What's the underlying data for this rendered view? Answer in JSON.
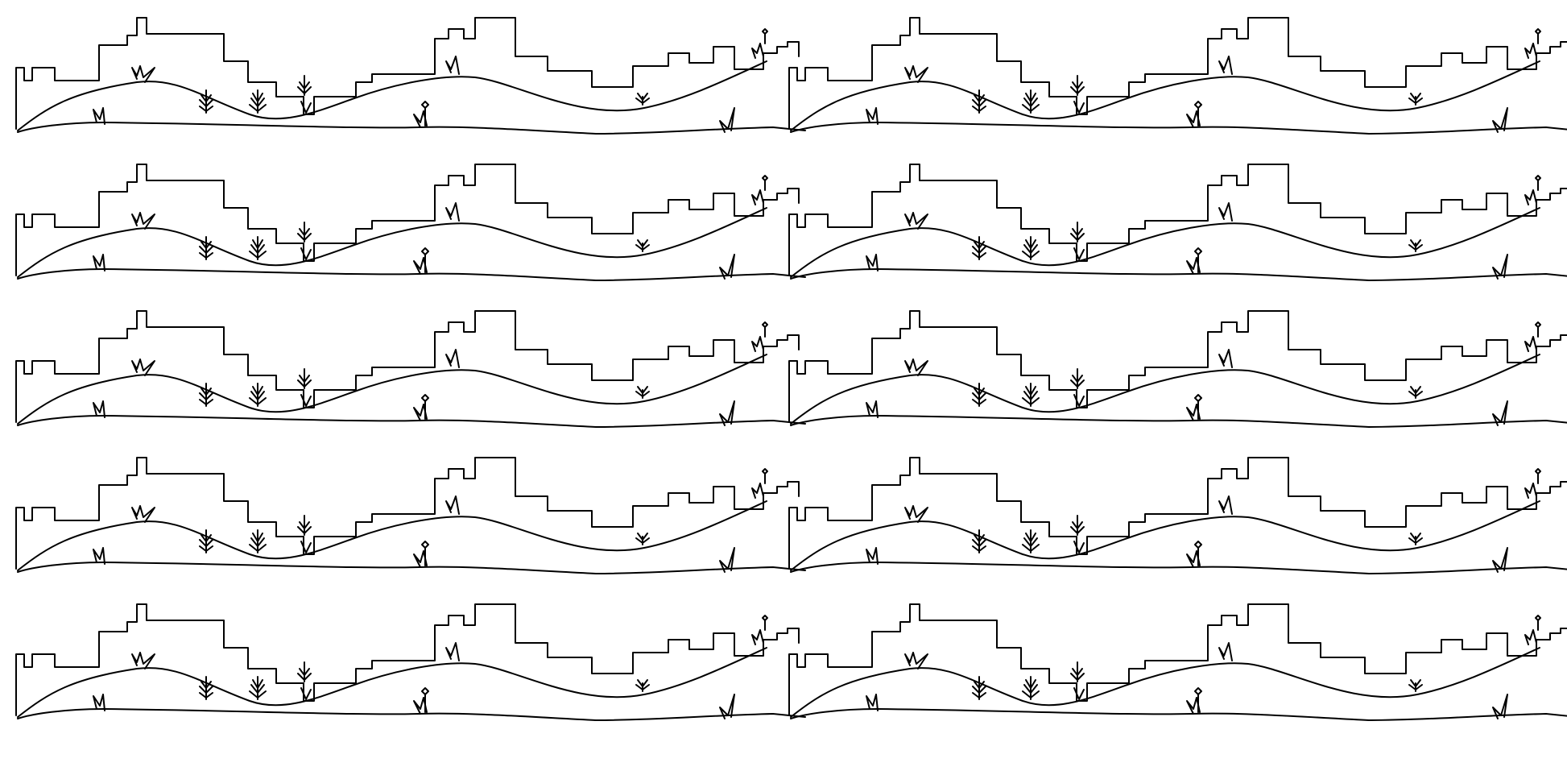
{
  "image": {
    "description_kind": "line-art pattern",
    "columns": 2,
    "rows": 5,
    "colors": {
      "background": "#ffffff",
      "line": "#000000"
    },
    "tile_layers": [
      "skyline-silhouette",
      "hill-curve",
      "ground-line"
    ],
    "plant_icons": [
      "grass-tuft-icon",
      "fern-icon",
      "flower-icon",
      "spike-plant-icon"
    ]
  }
}
